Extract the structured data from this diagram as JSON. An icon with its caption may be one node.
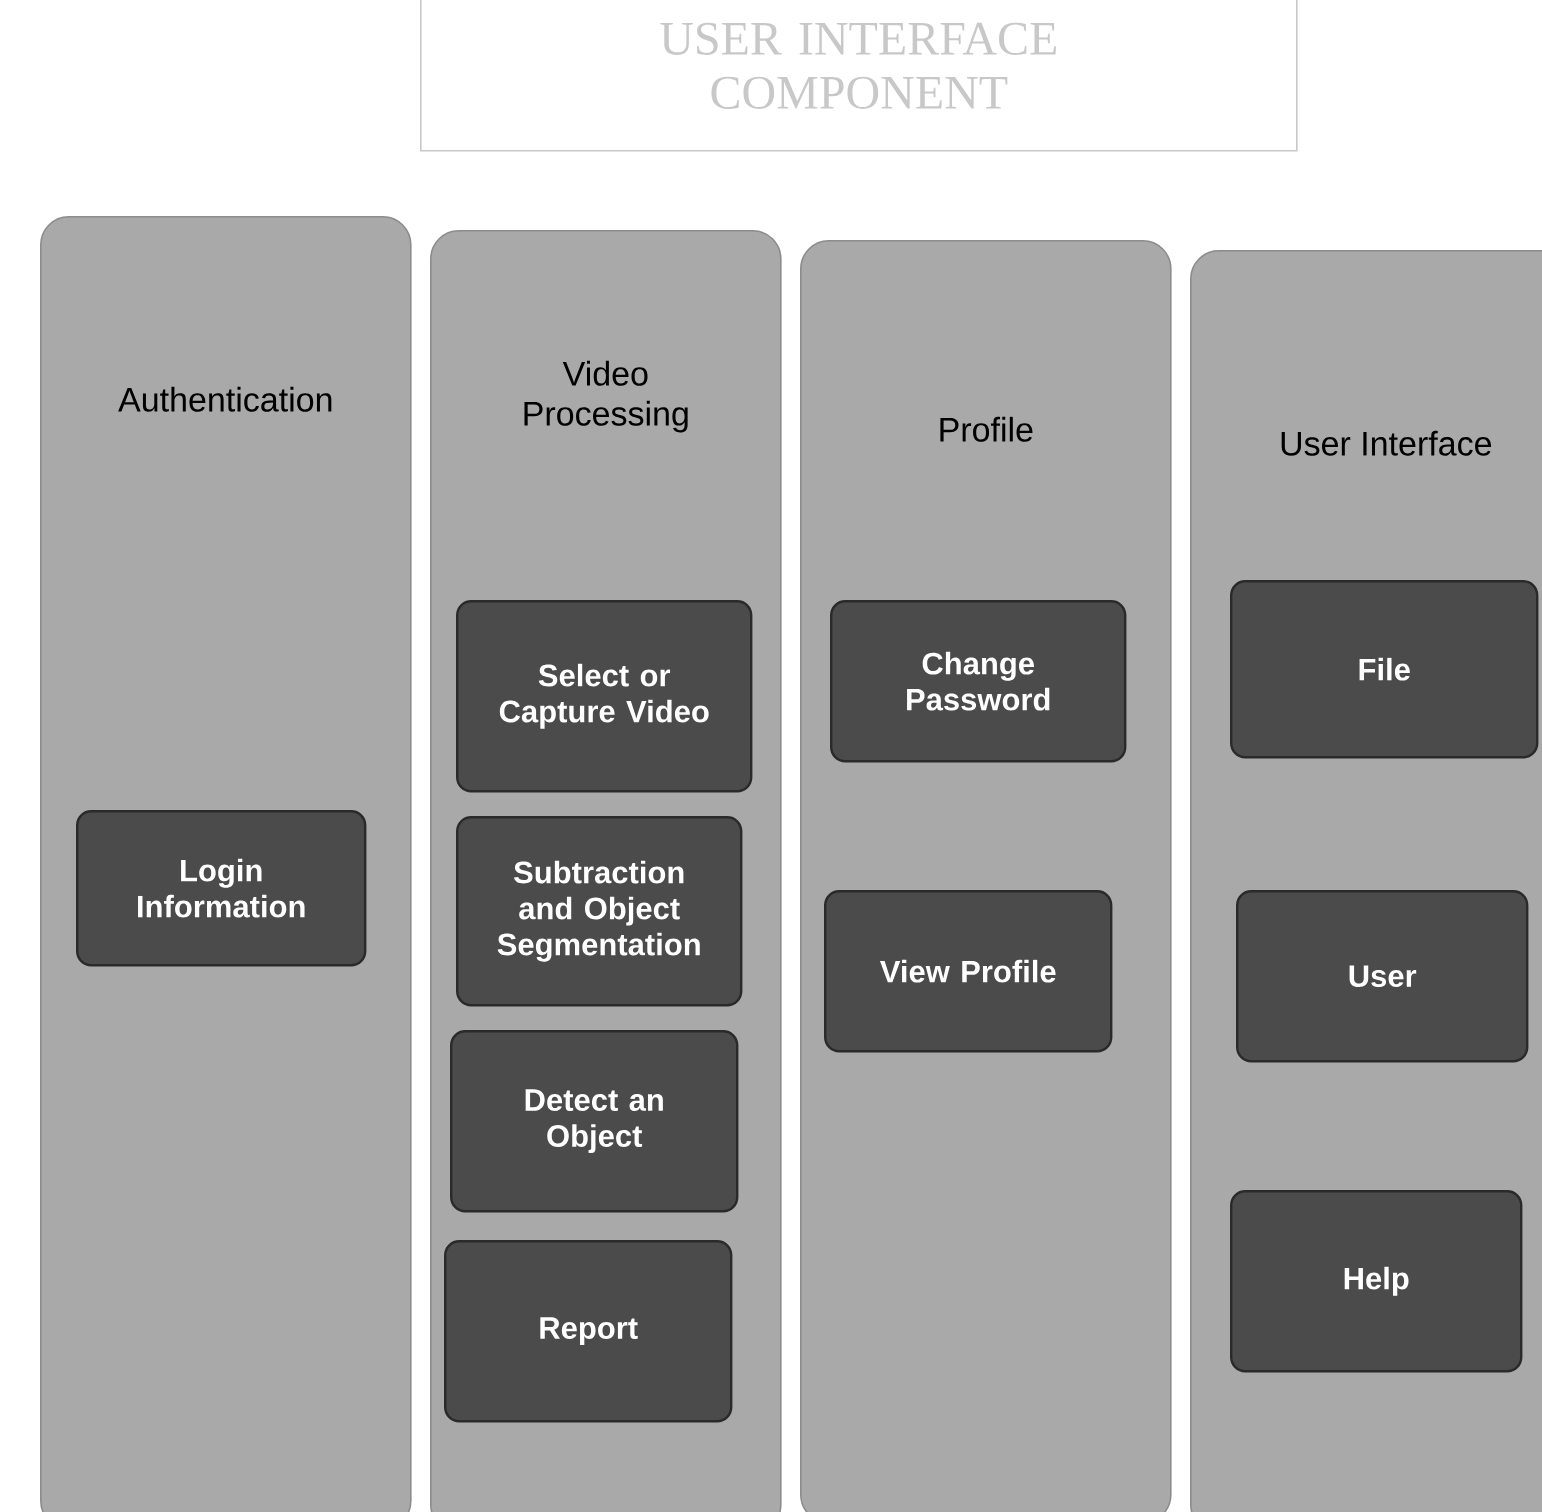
{
  "diagram": {
    "nodes": [
      {
        "text": [
          "USER INTERFACE COMPONENT"
        ]
      },
      {
        "text": [
          "Authentication"
        ]
      },
      {
        "text": [
          "Login Information"
        ],
        "in": 1
      },
      {
        "text": [
          "Video Processing"
        ]
      },
      {
        "text": [
          "Select or Capture Video"
        ],
        "in": 3
      },
      {
        "text": [
          "Subtraction and Object Segmentation"
        ],
        "in": 3
      },
      {
        "text": [
          "Detect an Object"
        ],
        "in": 3
      },
      {
        "text": [
          "Report"
        ],
        "in": 3
      },
      {
        "text": [
          "Profile"
        ]
      },
      {
        "text": [
          "Change Password"
        ],
        "in": 8
      },
      {
        "text": [
          "View Profile"
        ],
        "in": 8
      },
      {
        "text": [
          "User Interface"
        ]
      },
      {
        "text": [
          "File"
        ],
        "in": 11
      },
      {
        "text": [
          "User"
        ],
        "in": 11
      },
      {
        "text": [
          "Help"
        ],
        "in": 11
      }
    ]
  }
}
